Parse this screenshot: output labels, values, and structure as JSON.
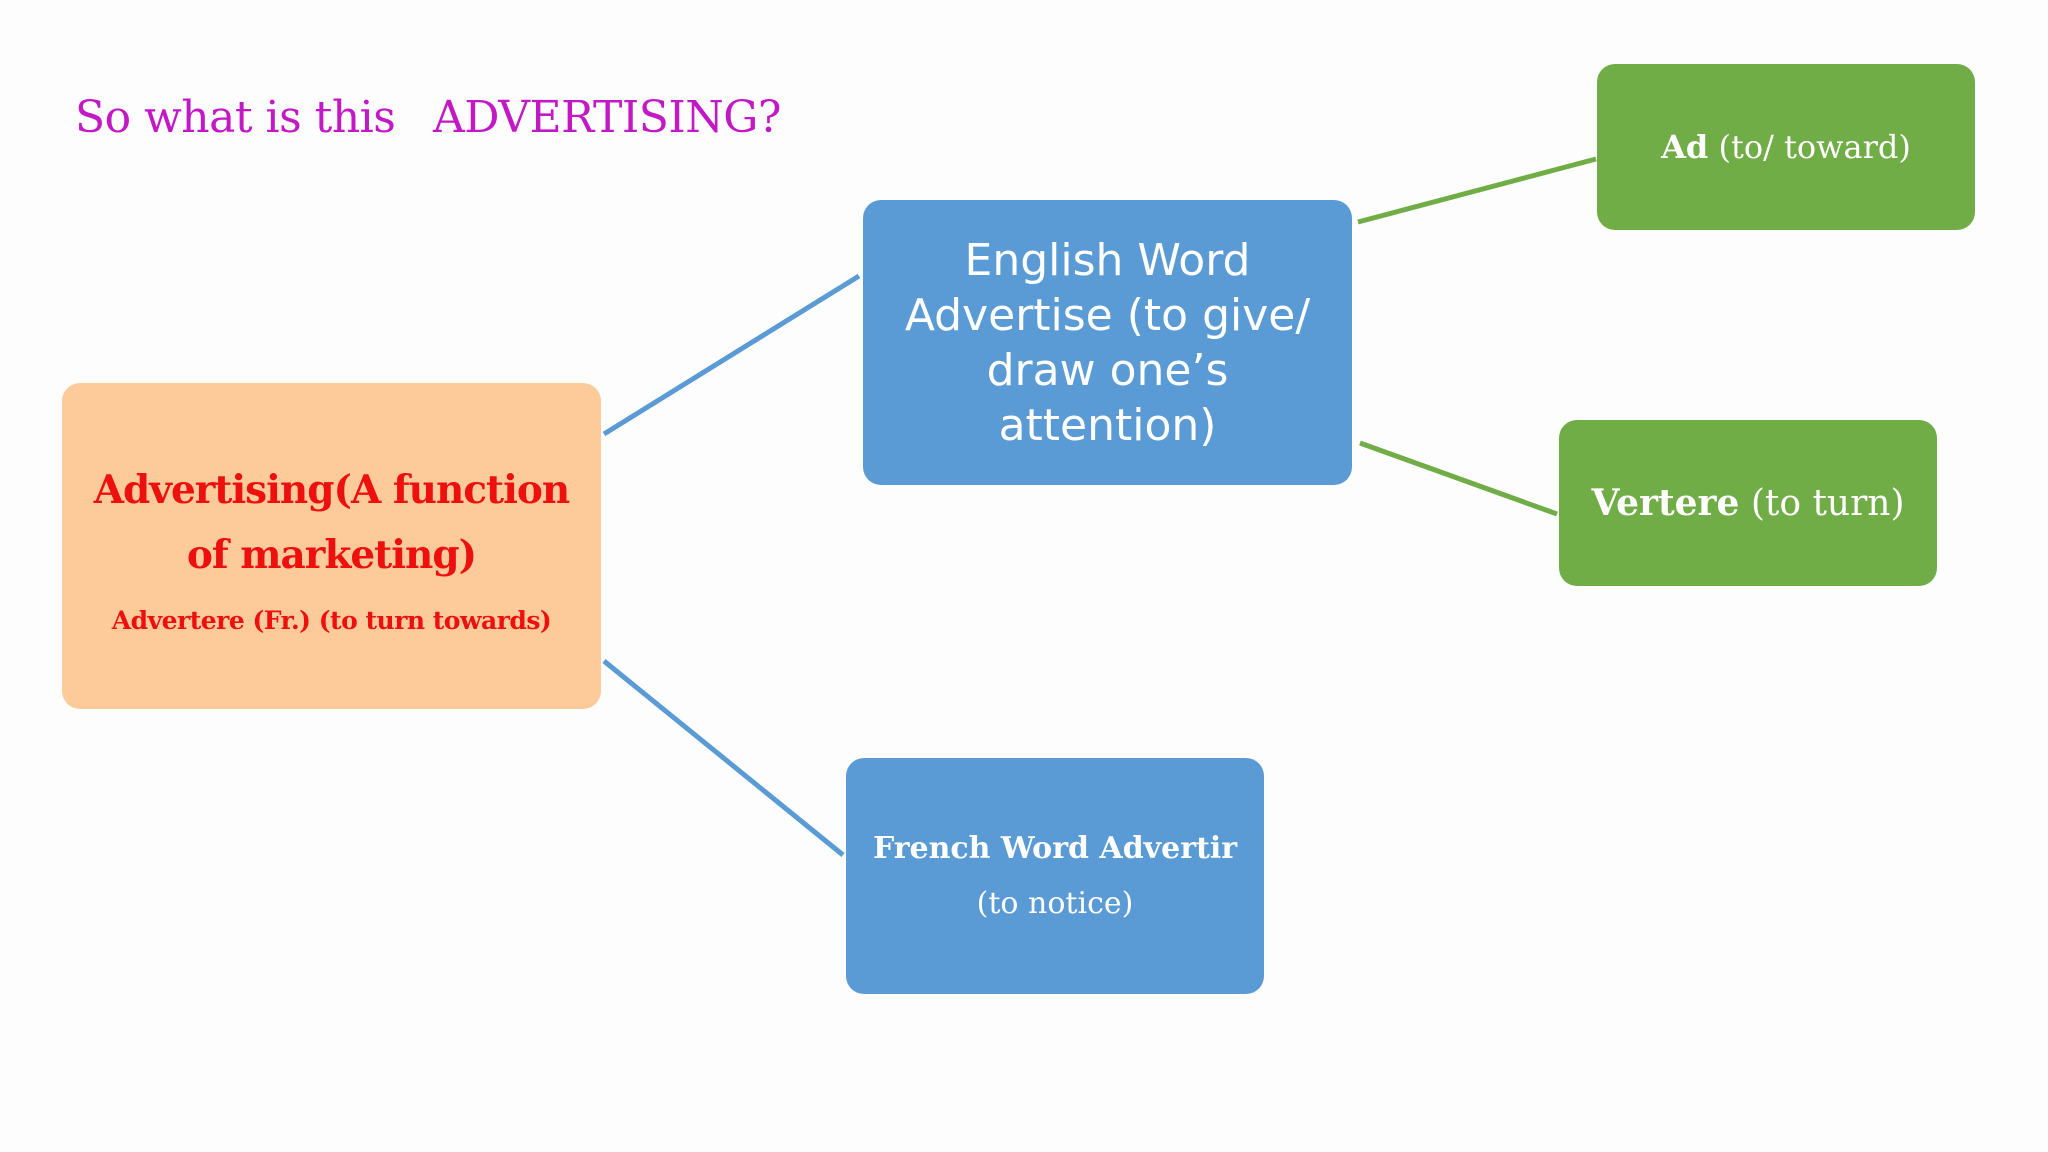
{
  "title": {
    "part1": "So what is this",
    "part2": "ADVERTISING?"
  },
  "nodes": {
    "main": {
      "label": "Advertising(A function of marketing)",
      "sub": "Advertere (Fr.) (to turn towards)"
    },
    "english": {
      "line1": "English Word",
      "line2": "Advertise (to give/",
      "line3": "draw one’s attention)"
    },
    "french": {
      "bold": "French Word Advertir",
      "rest": "(to notice)"
    },
    "ad": {
      "bold": "Ad",
      "rest": "(to/ toward)"
    },
    "vertere": {
      "bold": "Vertere",
      "rest": "(to turn)"
    }
  },
  "colors": {
    "title": "#c218c5",
    "main_box": "#fdca99",
    "main_text": "#ee0f0f",
    "blue_box": "#5b9bd5",
    "green_box": "#70ad47",
    "blue_connector": "#5b9bd5",
    "green_connector": "#70ad47"
  }
}
